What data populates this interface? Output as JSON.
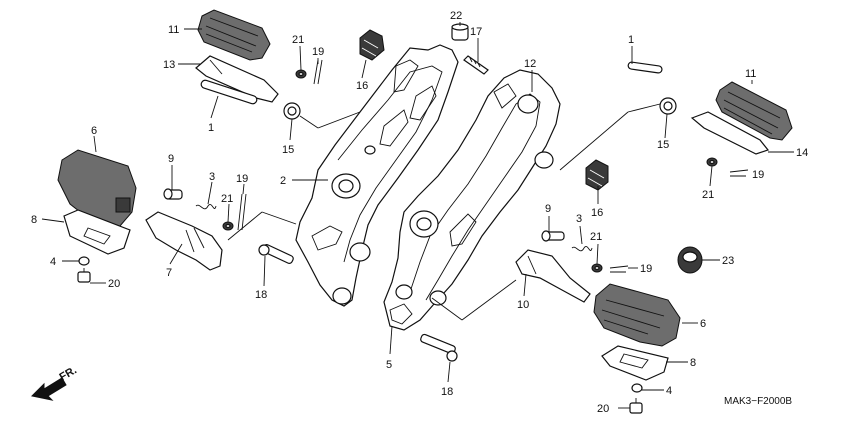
{
  "diagram": {
    "code": "MAK3−F2000B",
    "front_marker": "FR.",
    "callouts": [
      {
        "id": "c11a",
        "text": "11"
      },
      {
        "id": "c13",
        "text": "13"
      },
      {
        "id": "c1a",
        "text": "1"
      },
      {
        "id": "c21a",
        "text": "21"
      },
      {
        "id": "c19a",
        "text": "19"
      },
      {
        "id": "c16a",
        "text": "16"
      },
      {
        "id": "c15a",
        "text": "15"
      },
      {
        "id": "c22",
        "text": "22"
      },
      {
        "id": "c17",
        "text": "17"
      },
      {
        "id": "c12",
        "text": "12"
      },
      {
        "id": "c1b",
        "text": "1"
      },
      {
        "id": "c11b",
        "text": "11"
      },
      {
        "id": "c15b",
        "text": "15"
      },
      {
        "id": "c14",
        "text": "14"
      },
      {
        "id": "c21b",
        "text": "21"
      },
      {
        "id": "c19b",
        "text": "19"
      },
      {
        "id": "c6a",
        "text": "6"
      },
      {
        "id": "c9a",
        "text": "9"
      },
      {
        "id": "c3a",
        "text": "3"
      },
      {
        "id": "c19c",
        "text": "19"
      },
      {
        "id": "c21c",
        "text": "21"
      },
      {
        "id": "c2",
        "text": "2"
      },
      {
        "id": "c8a",
        "text": "8"
      },
      {
        "id": "c7",
        "text": "7"
      },
      {
        "id": "c4a",
        "text": "4"
      },
      {
        "id": "c20a",
        "text": "20"
      },
      {
        "id": "c18a",
        "text": "18"
      },
      {
        "id": "c16b",
        "text": "16"
      },
      {
        "id": "c9b",
        "text": "9"
      },
      {
        "id": "c3b",
        "text": "3"
      },
      {
        "id": "c21d",
        "text": "21"
      },
      {
        "id": "c19d",
        "text": "19"
      },
      {
        "id": "c23",
        "text": "23"
      },
      {
        "id": "c10",
        "text": "10"
      },
      {
        "id": "c6b",
        "text": "6"
      },
      {
        "id": "c5",
        "text": "5"
      },
      {
        "id": "c18b",
        "text": "18"
      },
      {
        "id": "c8b",
        "text": "8"
      },
      {
        "id": "c4b",
        "text": "4"
      },
      {
        "id": "c20b",
        "text": "20"
      }
    ]
  }
}
